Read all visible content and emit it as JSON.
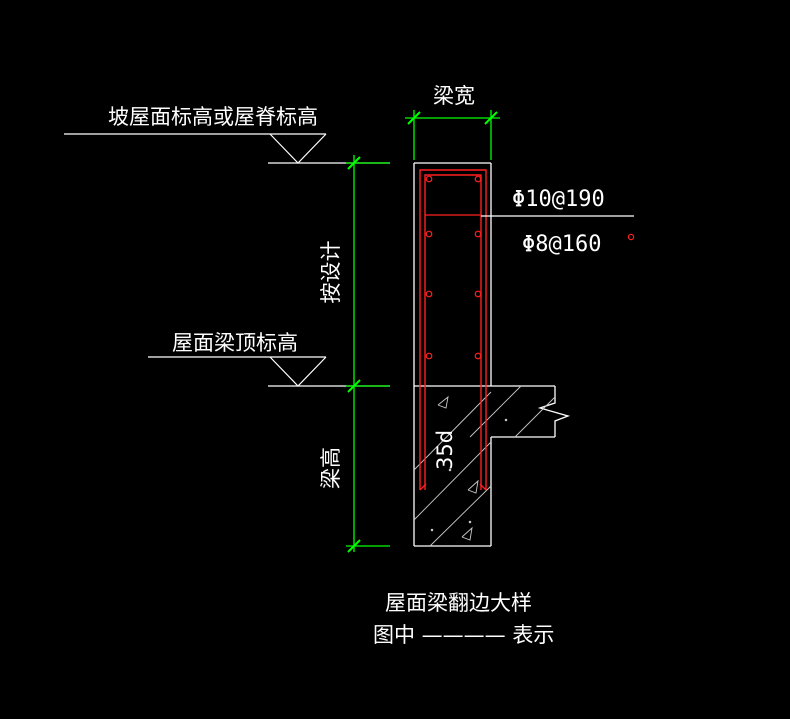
{
  "drawing": {
    "labels": {
      "beam_width": "梁宽",
      "sloped_roof_elevation": "坡屋面标高或屋脊标高",
      "roof_beam_top_elevation": "屋面梁顶标高",
      "by_design": "按设计",
      "beam_height": "梁高",
      "anchorage": "35d"
    },
    "rebar": {
      "stirrup_callout": "Φ10@190",
      "distribution_callout": "Φ8@160"
    },
    "caption": {
      "title": "屋面梁翻边大样",
      "legend": "图中 ———— 表示"
    },
    "colors": {
      "background": "#000000",
      "linework": "#ffffff",
      "dimension": "#00ff00",
      "rebar": "#ff2020"
    }
  }
}
